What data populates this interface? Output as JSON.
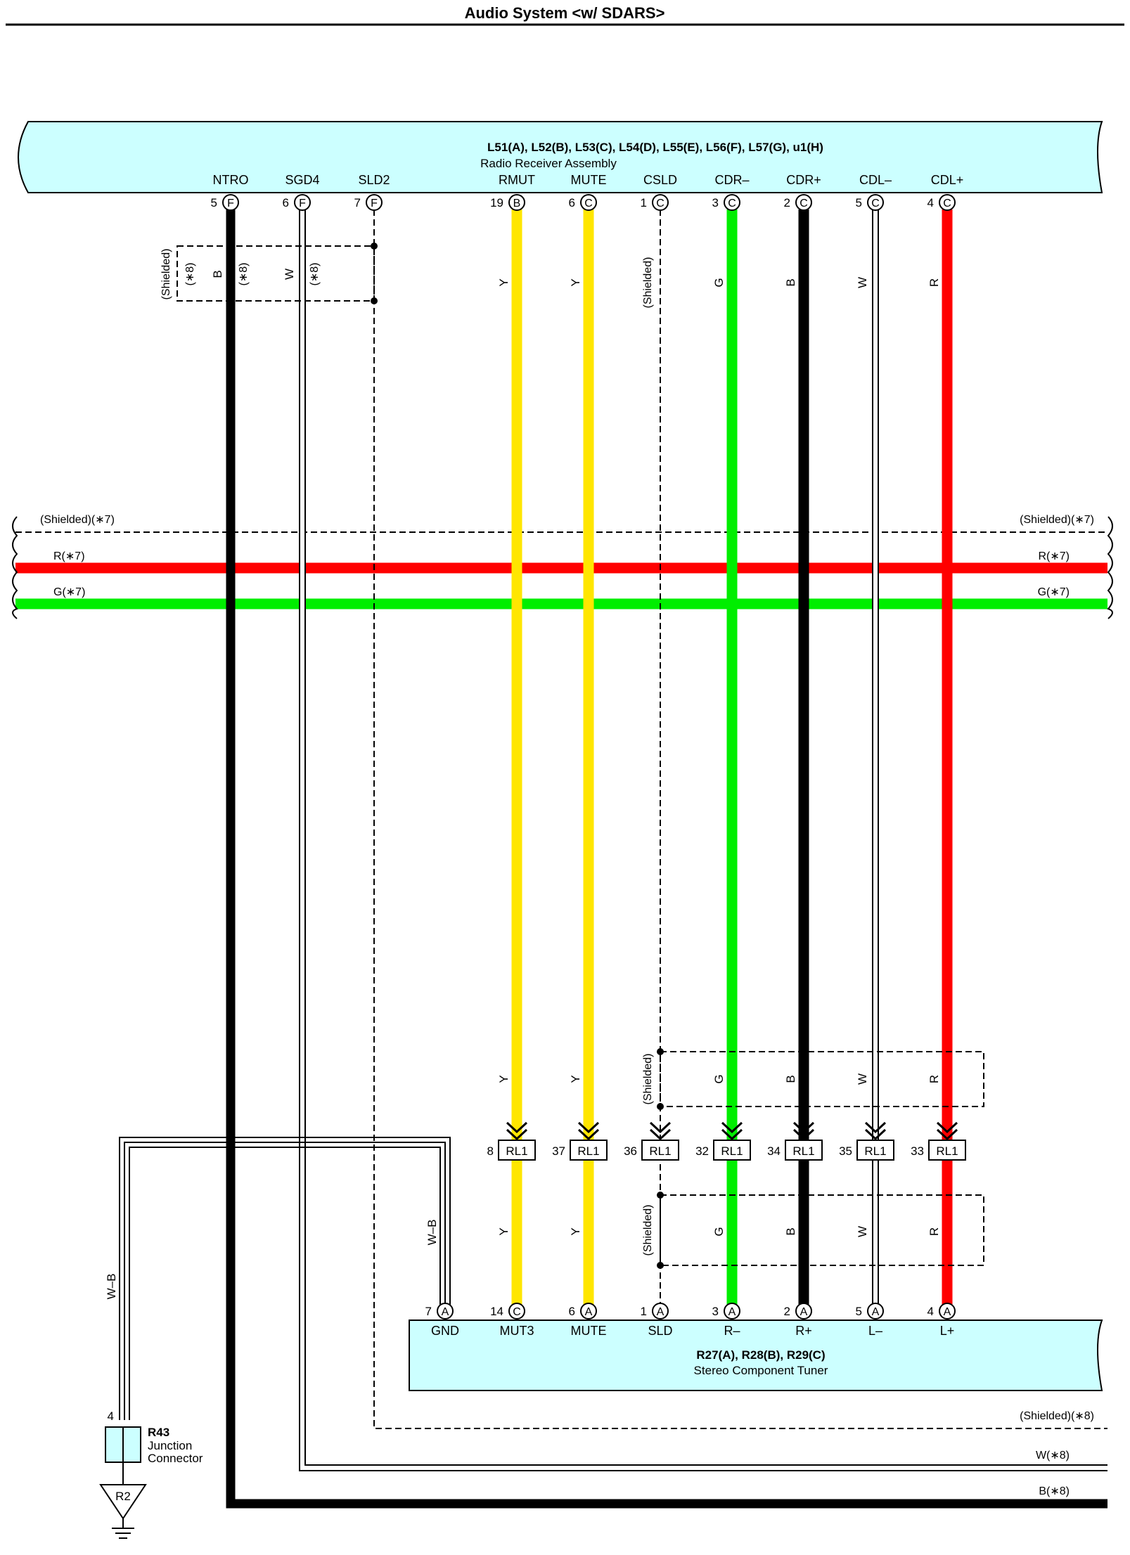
{
  "title": "Audio System <w/ SDARS>",
  "colors": {
    "component_fill": "#ccffff",
    "Y": "#ffe600",
    "G": "#00ee00",
    "B": "#000000",
    "W": "#ffffff",
    "R": "#ff0000"
  },
  "radio": {
    "connectors": "L51(A), L52(B), L53(C), L54(D), L55(E), L56(F), L57(G), u1(H)",
    "name": "Radio Receiver Assembly",
    "pins": [
      {
        "label": "NTRO",
        "num": "5",
        "conn": "F"
      },
      {
        "label": "SGD4",
        "num": "6",
        "conn": "F"
      },
      {
        "label": "SLD2",
        "num": "7",
        "conn": "F"
      },
      {
        "label": "RMUT",
        "num": "19",
        "conn": "B"
      },
      {
        "label": "MUTE",
        "num": "6",
        "conn": "C"
      },
      {
        "label": "CSLD",
        "num": "1",
        "conn": "C"
      },
      {
        "label": "CDR–",
        "num": "3",
        "conn": "C"
      },
      {
        "label": "CDR+",
        "num": "2",
        "conn": "C"
      },
      {
        "label": "CDL–",
        "num": "5",
        "conn": "C"
      },
      {
        "label": "CDL+",
        "num": "4",
        "conn": "C"
      }
    ]
  },
  "upper_shield": {
    "label": "(Shielded)",
    "note": "(∗8)",
    "wires": [
      "B",
      "(∗8)",
      "W",
      "(∗8)"
    ]
  },
  "upper_wire_colors": [
    "Y",
    "Y",
    "(Shielded)",
    "G",
    "B",
    "W",
    "R"
  ],
  "bus": {
    "shielded": "(Shielded)(∗7)",
    "red": "R(∗7)",
    "green": "G(∗7)"
  },
  "relay_section": {
    "shield_label": "(Shielded)",
    "upper_colors": [
      "Y",
      "Y",
      "G",
      "B",
      "W",
      "R"
    ],
    "lower_colors": [
      "Y",
      "Y",
      "G",
      "B",
      "W",
      "R"
    ],
    "relays": [
      {
        "num": "8",
        "label": "RL1"
      },
      {
        "num": "37",
        "label": "RL1"
      },
      {
        "num": "36",
        "label": "RL1"
      },
      {
        "num": "32",
        "label": "RL1"
      },
      {
        "num": "34",
        "label": "RL1"
      },
      {
        "num": "35",
        "label": "RL1"
      },
      {
        "num": "33",
        "label": "RL1"
      }
    ]
  },
  "ground_wire": {
    "left": "W–B",
    "right": "W–B"
  },
  "tuner": {
    "connectors": "R27(A), R28(B), R29(C)",
    "name": "Stereo Component Tuner",
    "pins": [
      {
        "label": "GND",
        "num": "7",
        "conn": "A"
      },
      {
        "label": "MUT3",
        "num": "14",
        "conn": "C"
      },
      {
        "label": "MUTE",
        "num": "6",
        "conn": "A"
      },
      {
        "label": "SLD",
        "num": "1",
        "conn": "A"
      },
      {
        "label": "R–",
        "num": "3",
        "conn": "A"
      },
      {
        "label": "R+",
        "num": "2",
        "conn": "A"
      },
      {
        "label": "L–",
        "num": "5",
        "conn": "A"
      },
      {
        "label": "L+",
        "num": "4",
        "conn": "A"
      }
    ]
  },
  "bottom_bus": {
    "shielded": "(Shielded)(∗8)",
    "white": "W(∗8)",
    "black": "B(∗8)"
  },
  "junction": {
    "pin": "4",
    "code": "R43",
    "name_line1": "Junction",
    "name_line2": "Connector"
  },
  "ground": {
    "label": "R2"
  }
}
